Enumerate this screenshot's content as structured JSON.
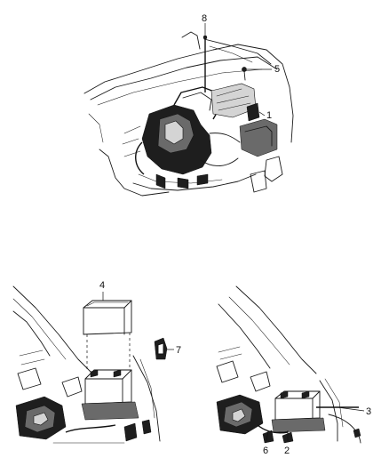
{
  "callouts": {
    "c1": "1",
    "c2": "2",
    "c3": "3",
    "c4": "4",
    "c5": "5",
    "c6": "6",
    "c7": "7",
    "c8": "8"
  },
  "colors": {
    "line": "#1a1a1a",
    "background": "#ffffff",
    "shade_dark": "#1e1e1e",
    "shade_mid": "#6a6a6a",
    "shade_light": "#d4d4d4"
  }
}
